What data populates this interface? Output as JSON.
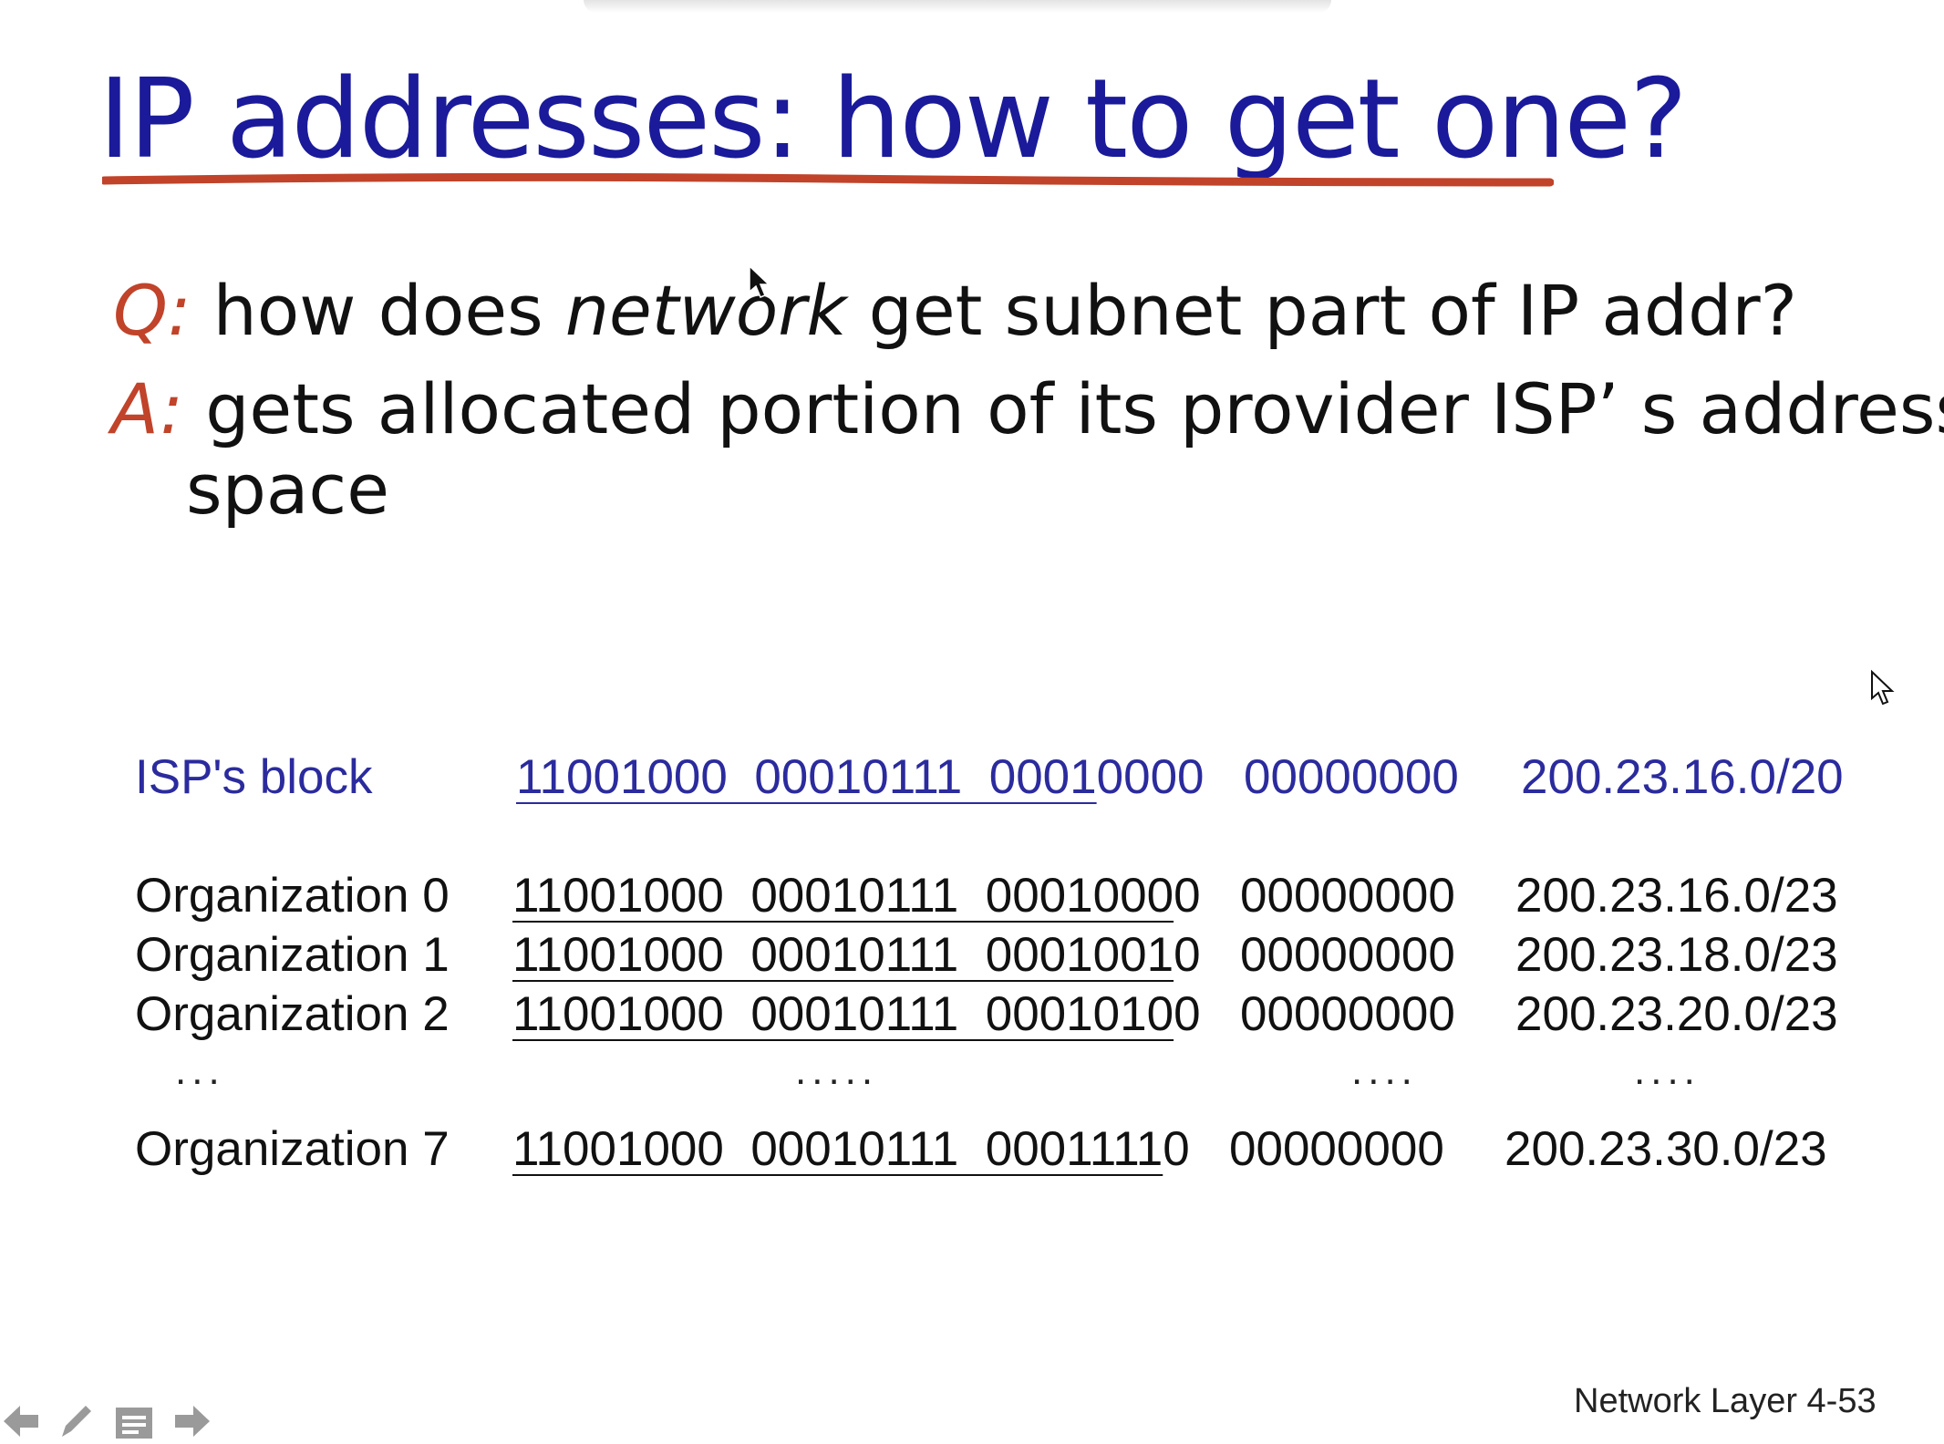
{
  "slide": {
    "title": "IP addresses: how to get one?",
    "q_mark": "Q:",
    "q_text_1": "how does ",
    "q_text_italic": "network",
    "q_text_2": " get subnet part of IP addr?",
    "a_mark": "A:",
    "a_text_1": "gets allocated portion of its provider ISP’ s address",
    "a_text_2": "space"
  },
  "table": {
    "isp": {
      "label": "ISP's block",
      "prefix": "11001000  00010111  0001",
      "rest3": "0000",
      "octet4": "00000000",
      "cidr": "200.23.16.0/20"
    },
    "orgs": [
      {
        "label": "Organization 0",
        "prefix": "11001000  00010111  0001000",
        "rest3": "0",
        "octet4": "00000000",
        "cidr": "200.23.16.0/23"
      },
      {
        "label": "Organization 1",
        "prefix": "11001000  00010111  0001001",
        "rest3": "0",
        "octet4": "00000000",
        "cidr": "200.23.18.0/23"
      },
      {
        "label": "Organization 2",
        "prefix": "11001000  00010111  0001010",
        "rest3": "0",
        "octet4": "00000000",
        "cidr": "200.23.20.0/23"
      }
    ],
    "ellipsis": {
      "label": "...",
      "binary": ".....",
      "octet4": "....",
      "cidr": "...."
    },
    "last": {
      "label": "Organization 7",
      "prefix": "11001000  00010111  0001111",
      "rest3": "0",
      "octet4": "00000000",
      "cidr": "200.23.30.0/23"
    }
  },
  "footer": {
    "label": "Network Layer  4-53"
  },
  "nav": {
    "icons": [
      "arrow-left-icon",
      "pencil-icon",
      "menu-icon",
      "arrow-right-icon"
    ]
  },
  "colors": {
    "title": "#1a1a9a",
    "accent": "#c0432a",
    "isp_row": "#2b2b9e",
    "underline": "#c0432a"
  }
}
